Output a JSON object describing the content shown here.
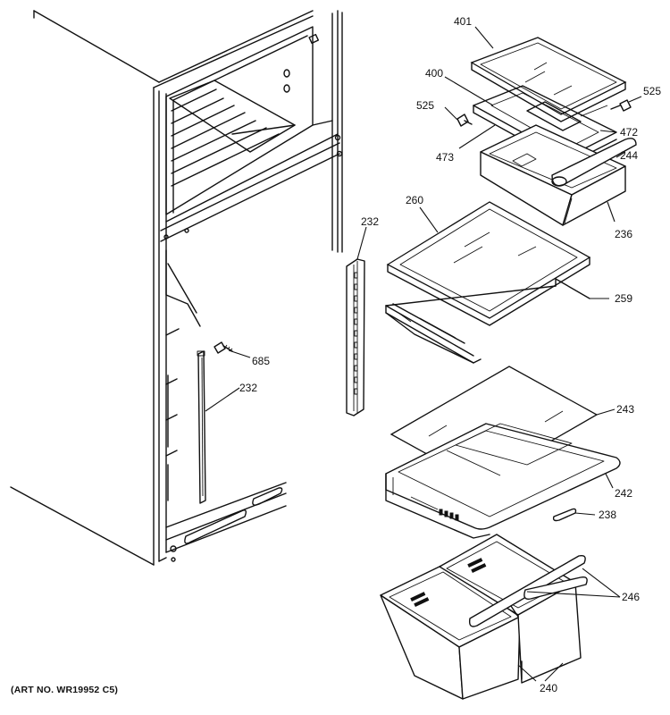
{
  "art_number": "(ART NO. WR19952 C5)",
  "callouts": {
    "c401": "401",
    "c400": "400",
    "c525a": "525",
    "c525b": "525",
    "c472": "472",
    "c473": "473",
    "c244": "244",
    "c236": "236",
    "c260": "260",
    "c259": "259",
    "c232a": "232",
    "c232b": "232",
    "c685": "685",
    "c243": "243",
    "c242": "242",
    "c238": "238",
    "c246": "246",
    "c240": "240"
  }
}
